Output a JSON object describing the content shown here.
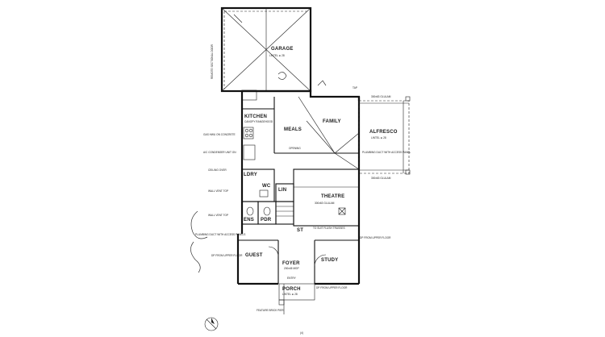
{
  "rooms": {
    "garage": "GARAGE",
    "kitchen": "KITCHEN",
    "meals": "MEALS",
    "family": "FAMILY",
    "alfresco": "ALFRESCO",
    "ldry": "LDRY",
    "theatre": "THEATRE",
    "ens": "ENS",
    "pdr": "PDR",
    "guest": "GUEST",
    "foyer": "FOYER",
    "study": "STUDY",
    "porch": "PORCH",
    "wc": "WC",
    "st": "ST",
    "lin": "LIN"
  },
  "notes": {
    "garage_lintel": "LINTEL ⊕ 28",
    "garage_door": "REMOTE SECTIONAL DOOR",
    "alfresco_beam": "300x63 GLULAM",
    "alfresco_lintel": "LINTEL ⊕ 28",
    "kitchen_canopy": "CANOPY RANGEHOOD",
    "gas_hwu": "GAS HWU ON CONCRETE",
    "ac_unit": "A/C CONDENSER UNIT ON",
    "ceiling_over": "CEILING OVER",
    "wall_vent": "WALL VENT TOP",
    "plumbing_duct": "PLUMBING DUCT WITH ACCESS PANELS",
    "plumbing_duct_alfresco": "PLUMBING DUCT WITH ACCESS PANEL",
    "dp_upper": "DP FROM UPPER FLOOR",
    "study_dp": "DP FROM UPPER FLOOR",
    "foyer_beam": "200x45 MGP",
    "porch_lintel": "LINTEL ⊕ 28",
    "feature_pier": "FEATURE BRICK PIER",
    "theatre_beam": "300x63 GLULAM",
    "tap": "TAP",
    "to_suit": "TO SUIT FLUSH TRUSSES",
    "opening": "OPENING",
    "entry": "ENTRY",
    "page_ref": "(4)"
  }
}
